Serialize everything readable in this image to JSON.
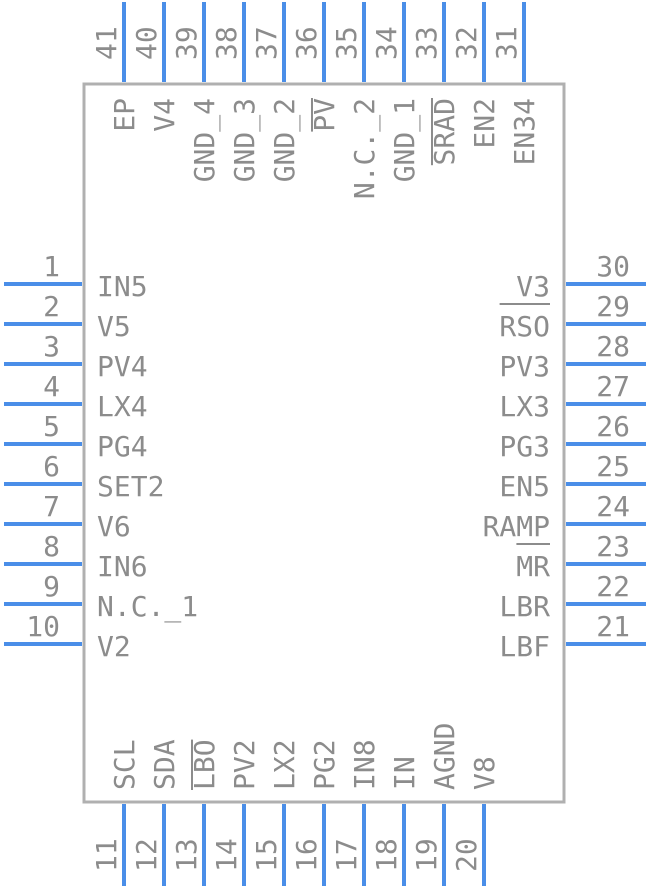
{
  "package": {
    "body_color": "#b0b0b0",
    "pin_color": "#4a8ee8",
    "text_color": "#8c8c8c",
    "background": "#ffffff"
  },
  "pins": {
    "left": [
      {
        "number": "1",
        "name": "IN5",
        "overbar": false
      },
      {
        "number": "2",
        "name": "V5",
        "overbar": false
      },
      {
        "number": "3",
        "name": "PV4",
        "overbar": false
      },
      {
        "number": "4",
        "name": "LX4",
        "overbar": false
      },
      {
        "number": "5",
        "name": "PG4",
        "overbar": false
      },
      {
        "number": "6",
        "name": "SET2",
        "overbar": false
      },
      {
        "number": "7",
        "name": "V6",
        "overbar": false
      },
      {
        "number": "8",
        "name": "IN6",
        "overbar": false
      },
      {
        "number": "9",
        "name": "N.C._1",
        "overbar": false
      },
      {
        "number": "10",
        "name": "V2",
        "overbar": false
      }
    ],
    "bottom": [
      {
        "number": "11",
        "name": "SCL",
        "overbar": false
      },
      {
        "number": "12",
        "name": "SDA",
        "overbar": false
      },
      {
        "number": "13",
        "name": "LBO",
        "overbar": true
      },
      {
        "number": "14",
        "name": "PV2",
        "overbar": false
      },
      {
        "number": "15",
        "name": "LX2",
        "overbar": false
      },
      {
        "number": "16",
        "name": "PG2",
        "overbar": false
      },
      {
        "number": "17",
        "name": "IN8",
        "overbar": false
      },
      {
        "number": "18",
        "name": "IN",
        "overbar": false
      },
      {
        "number": "19",
        "name": "AGND",
        "overbar": false
      },
      {
        "number": "20",
        "name": "V8",
        "overbar": false
      }
    ],
    "right": [
      {
        "number": "21",
        "name": "LBF",
        "overbar": false
      },
      {
        "number": "22",
        "name": "LBR",
        "overbar": false
      },
      {
        "number": "23",
        "name": "MR",
        "overbar": true
      },
      {
        "number": "24",
        "name": "RAMP",
        "overbar": false
      },
      {
        "number": "25",
        "name": "EN5",
        "overbar": false
      },
      {
        "number": "26",
        "name": "PG3",
        "overbar": false
      },
      {
        "number": "27",
        "name": "LX3",
        "overbar": false
      },
      {
        "number": "28",
        "name": "PV3",
        "overbar": false
      },
      {
        "number": "29",
        "name": "RSO",
        "overbar": true
      },
      {
        "number": "30",
        "name": "V3",
        "overbar": false
      }
    ],
    "top": [
      {
        "number": "31",
        "name": "EN34",
        "overbar": false
      },
      {
        "number": "32",
        "name": "EN2",
        "overbar": false
      },
      {
        "number": "33",
        "name": "SRAD",
        "overbar": true
      },
      {
        "number": "34",
        "name": "GND_1",
        "overbar": false
      },
      {
        "number": "35",
        "name": "N.C._2",
        "overbar": false
      },
      {
        "number": "36",
        "name": "PV",
        "overbar": true
      },
      {
        "number": "37",
        "name": "GND_2",
        "overbar": false
      },
      {
        "number": "38",
        "name": "GND_3",
        "overbar": false
      },
      {
        "number": "39",
        "name": "GND_4",
        "overbar": false
      },
      {
        "number": "40",
        "name": "V4",
        "overbar": false
      },
      {
        "number": "41",
        "name": "EP",
        "overbar": false
      }
    ]
  }
}
